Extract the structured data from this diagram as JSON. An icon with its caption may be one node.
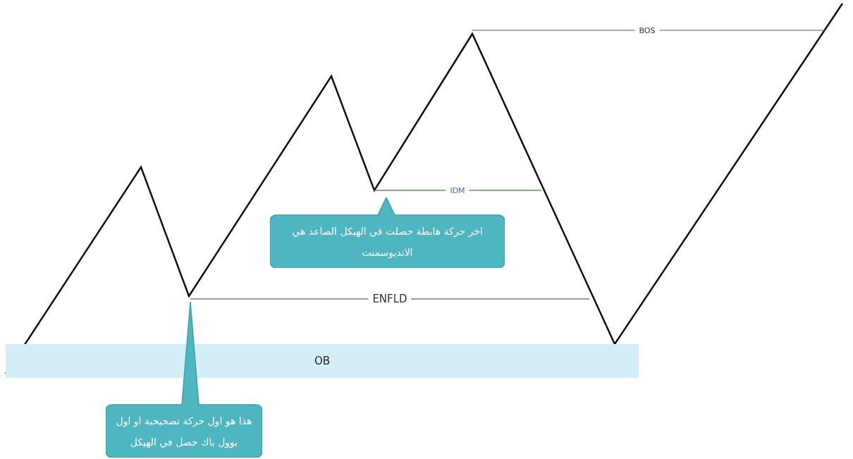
{
  "diagram": {
    "nodes": [
      {
        "text": [
          "اخر حركة هابطة حصلت في الهيكل الصاعد هي الاندیوسمنت"
        ]
      },
      {
        "text": [
          "OB"
        ]
      },
      {
        "text": [
          "هذا هو اول حركة تصحيحية او اول بوول باك حصل في الهيكل"
        ]
      }
    ],
    "labels": [
      "BOS",
      "IDM",
      "ENFLD"
    ]
  }
}
